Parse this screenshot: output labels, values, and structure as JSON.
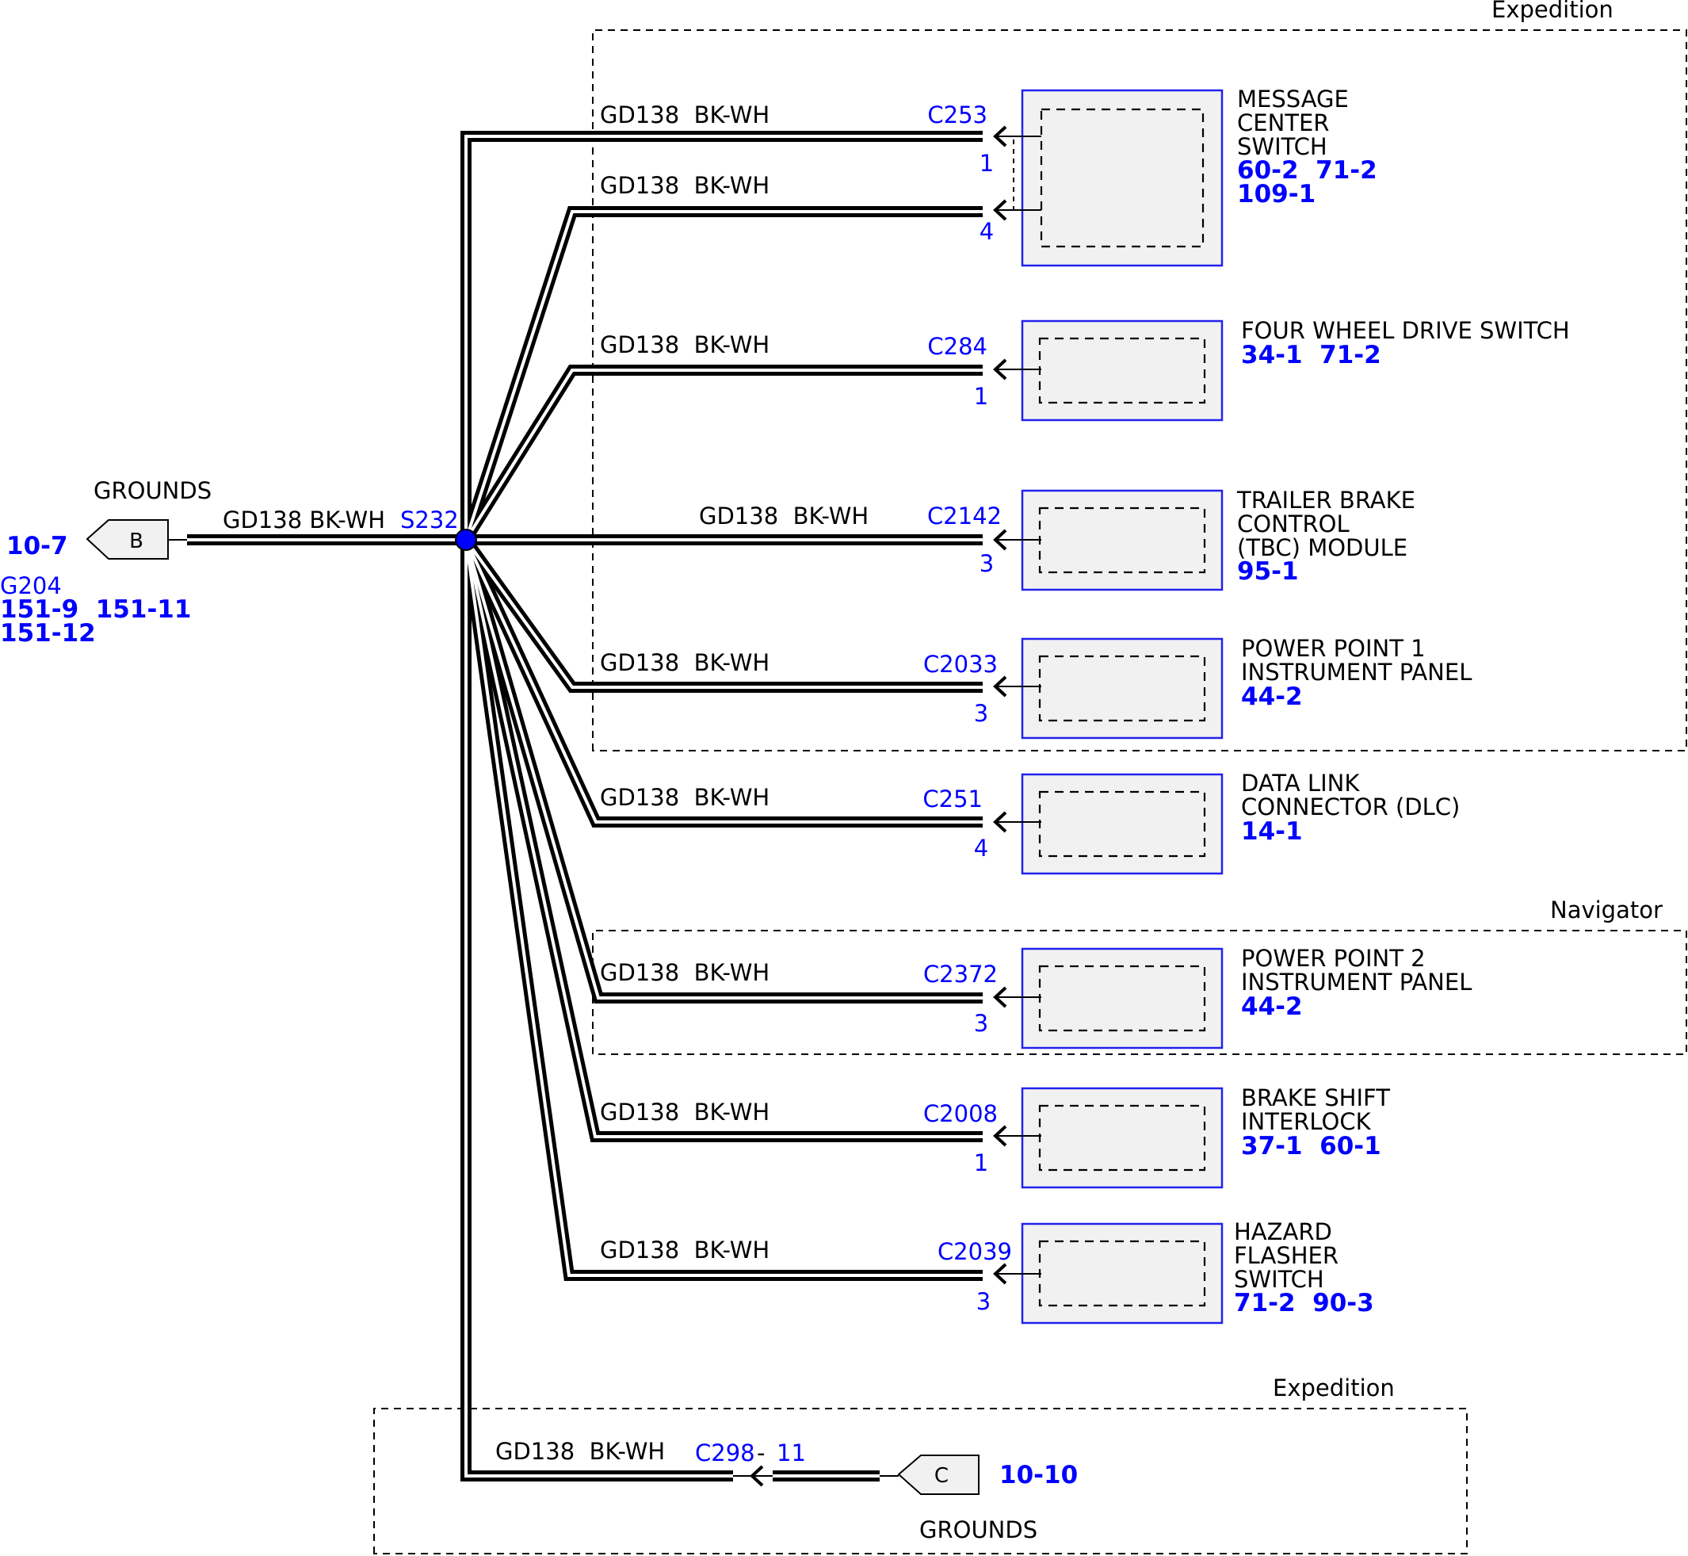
{
  "colors": {
    "link": "#0000ff",
    "wire": "#000000",
    "component_fill": "#f1f1f1",
    "component_border": "#2222ee",
    "splice": "#0000ff"
  },
  "splice": {
    "id": "S232"
  },
  "left_ground": {
    "title": "GROUNDS",
    "letter": "B",
    "wire": "GD138 BK-WH",
    "page_ref": "10-7",
    "location": "G204",
    "refs_line1": "151-9  151-11",
    "refs_line2": "151-12"
  },
  "bottom_ground": {
    "title": "GROUNDS",
    "letter": "C",
    "wire": "GD138  BK-WH",
    "connector": "C298",
    "separator": "-",
    "pin": "11",
    "page_ref": "10-10"
  },
  "regions": [
    {
      "label": "Expedition"
    },
    {
      "label": "Navigator"
    },
    {
      "label": "Expedition"
    }
  ],
  "branches": [
    {
      "wire": "GD138  BK-WH",
      "connector": "C253",
      "pin": "1"
    },
    {
      "wire": "GD138  BK-WH",
      "pin": "4"
    },
    {
      "wire": "GD138  BK-WH",
      "connector": "C284",
      "pin": "1"
    },
    {
      "wire": "GD138  BK-WH",
      "connector": "C2142",
      "pin": "3"
    },
    {
      "wire": "GD138  BK-WH",
      "connector": "C2033",
      "pin": "3"
    },
    {
      "wire": "GD138  BK-WH",
      "connector": "C251",
      "pin": "4"
    },
    {
      "wire": "GD138  BK-WH",
      "connector": "C2372",
      "pin": "3"
    },
    {
      "wire": "GD138  BK-WH",
      "connector": "C2008",
      "pin": "1"
    },
    {
      "wire": "GD138  BK-WH",
      "connector": "C2039",
      "pin": "3"
    }
  ],
  "components": [
    {
      "name_lines": [
        "MESSAGE",
        "CENTER",
        "SWITCH"
      ],
      "ref_lines": [
        "60-2  71-2",
        "109-1"
      ]
    },
    {
      "name_lines": [
        "FOUR WHEEL DRIVE SWITCH"
      ],
      "ref_lines": [
        "34-1  71-2"
      ]
    },
    {
      "name_lines": [
        "TRAILER BRAKE",
        "CONTROL",
        "(TBC) MODULE"
      ],
      "ref_lines": [
        "95-1"
      ]
    },
    {
      "name_lines": [
        "POWER POINT 1",
        "INSTRUMENT PANEL"
      ],
      "ref_lines": [
        "44-2"
      ]
    },
    {
      "name_lines": [
        "DATA LINK",
        "CONNECTOR (DLC)"
      ],
      "ref_lines": [
        "14-1"
      ]
    },
    {
      "name_lines": [
        "POWER POINT 2",
        "INSTRUMENT PANEL"
      ],
      "ref_lines": [
        "44-2"
      ]
    },
    {
      "name_lines": [
        "BRAKE SHIFT",
        "INTERLOCK"
      ],
      "ref_lines": [
        "37-1  60-1"
      ]
    },
    {
      "name_lines": [
        "HAZARD",
        "FLASHER",
        "SWITCH"
      ],
      "ref_lines": [
        "71-2  90-3"
      ]
    }
  ]
}
